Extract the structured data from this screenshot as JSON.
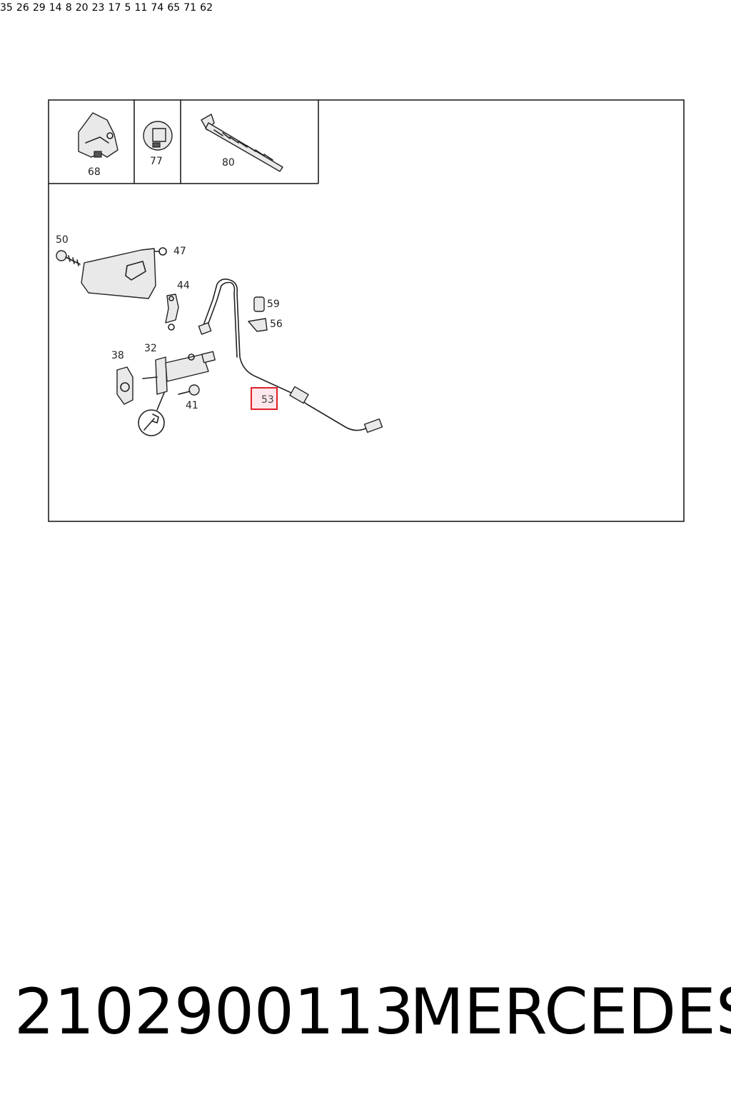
{
  "diagram": {
    "callouts": {
      "c68": "68",
      "c77": "77",
      "c80": "80",
      "c50": "50",
      "c47": "47",
      "c44": "44",
      "c59": "59",
      "c56": "56",
      "c38": "38",
      "c32": "32",
      "c41": "41",
      "c35": "35",
      "c53": "53",
      "c26": "26",
      "c29": "29",
      "c14": "14",
      "c8": "8",
      "c20": "20",
      "c23": "23",
      "c17": "17",
      "c5": "5",
      "c11": "11",
      "c74": "74",
      "c65": "65",
      "c71": "71",
      "c62": "62"
    },
    "highlighted_callout": "53",
    "highlight_color": "#e0202a"
  },
  "caption": {
    "part_number": "2102900113",
    "brand": "MERCEDES"
  }
}
